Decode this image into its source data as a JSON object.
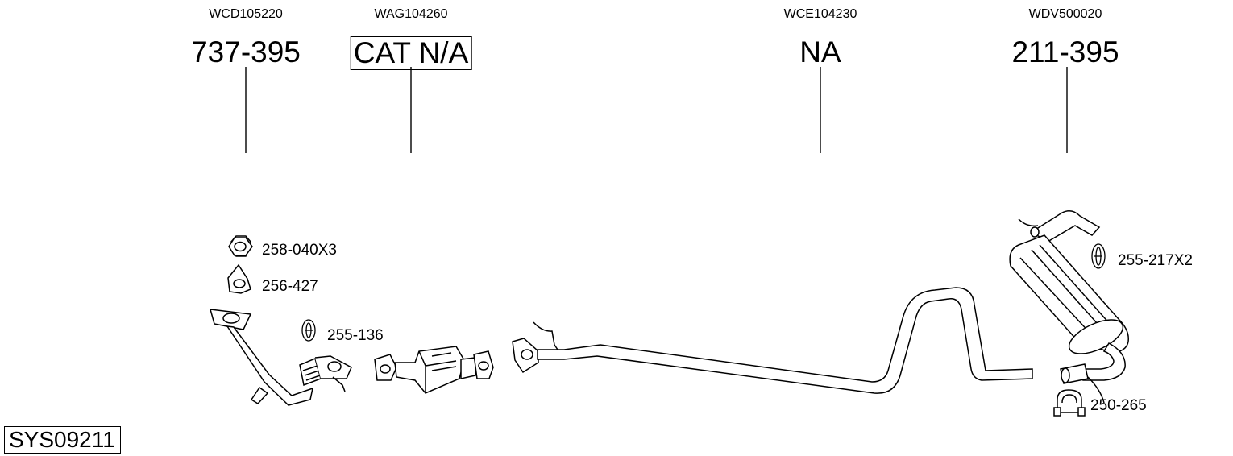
{
  "parts": [
    {
      "ref": "WCD105220",
      "number": "737-395",
      "boxed": false
    },
    {
      "ref": "WAG104260",
      "number": "CAT N/A",
      "boxed": true
    },
    {
      "ref": "WCE104230",
      "number": "NA",
      "boxed": false
    },
    {
      "ref": "WDV500020",
      "number": "211-395",
      "boxed": false
    }
  ],
  "callouts": {
    "nut": "258-040X3",
    "gasket": "256-427",
    "hanger_front": "255-136",
    "hanger_rear": "255-217X2",
    "clamp": "250-265"
  },
  "system_code": "SYS09211"
}
